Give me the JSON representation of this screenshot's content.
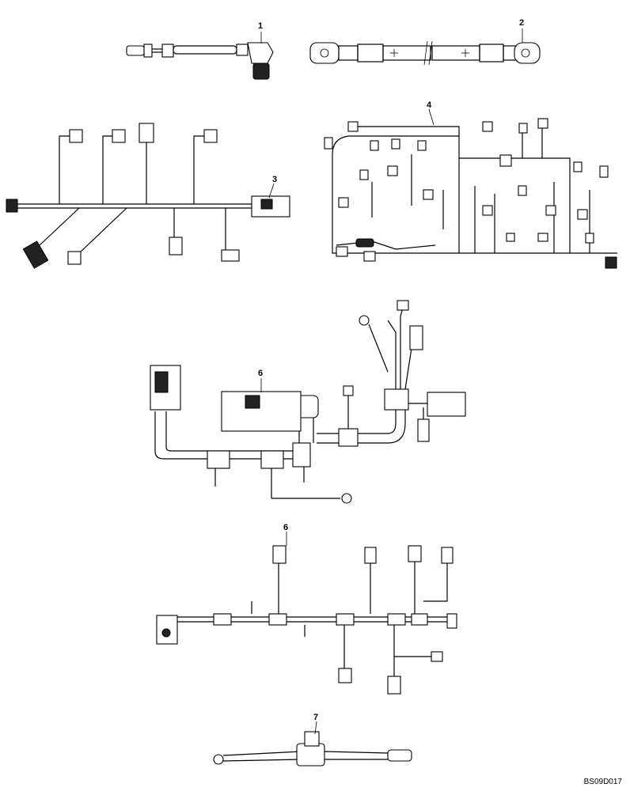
{
  "diagram": {
    "callouts": {
      "c1": "1",
      "c2": "2",
      "c3": "3",
      "c4": "4",
      "c5": "6",
      "c6": "6",
      "c7": "7"
    },
    "doc_id": "BS09D017"
  }
}
